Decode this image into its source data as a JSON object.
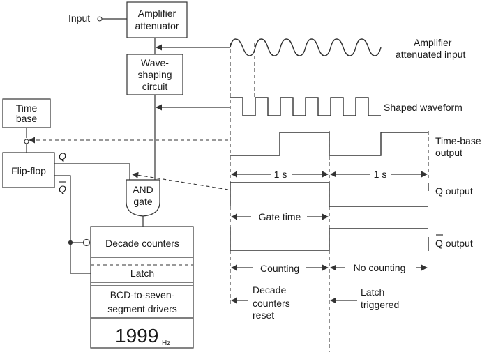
{
  "blocks": {
    "input": "Input",
    "amplifier": [
      "Amplifier",
      "attenuator"
    ],
    "waveshaping": [
      "Wave-",
      "shaping",
      "circuit"
    ],
    "timebase": [
      "Time",
      "base"
    ],
    "flipflop": "Flip-flop",
    "q": "Q",
    "qbar": "Q",
    "and_gate": [
      "AND",
      "gate"
    ],
    "decade_counters": "Decade counters",
    "latch": "Latch",
    "bcd": [
      "BCD-to-seven-",
      "segment drivers"
    ],
    "display_value": "1999",
    "display_unit": "Hz"
  },
  "signals": {
    "amp_input": [
      "Amplifier",
      "attenuated input"
    ],
    "shaped": "Shaped waveform",
    "timebase_out": [
      "Time-base",
      "output"
    ],
    "q_output": "Q output",
    "qbar_output": "Q output"
  },
  "timing": {
    "period_1": "1 s",
    "period_2": "1 s",
    "gate_time": "Gate time",
    "counting": "Counting",
    "no_counting": "No counting",
    "reset_note": [
      "Decade",
      "counters",
      "reset"
    ],
    "latch_note": [
      "Latch",
      "triggered"
    ]
  }
}
